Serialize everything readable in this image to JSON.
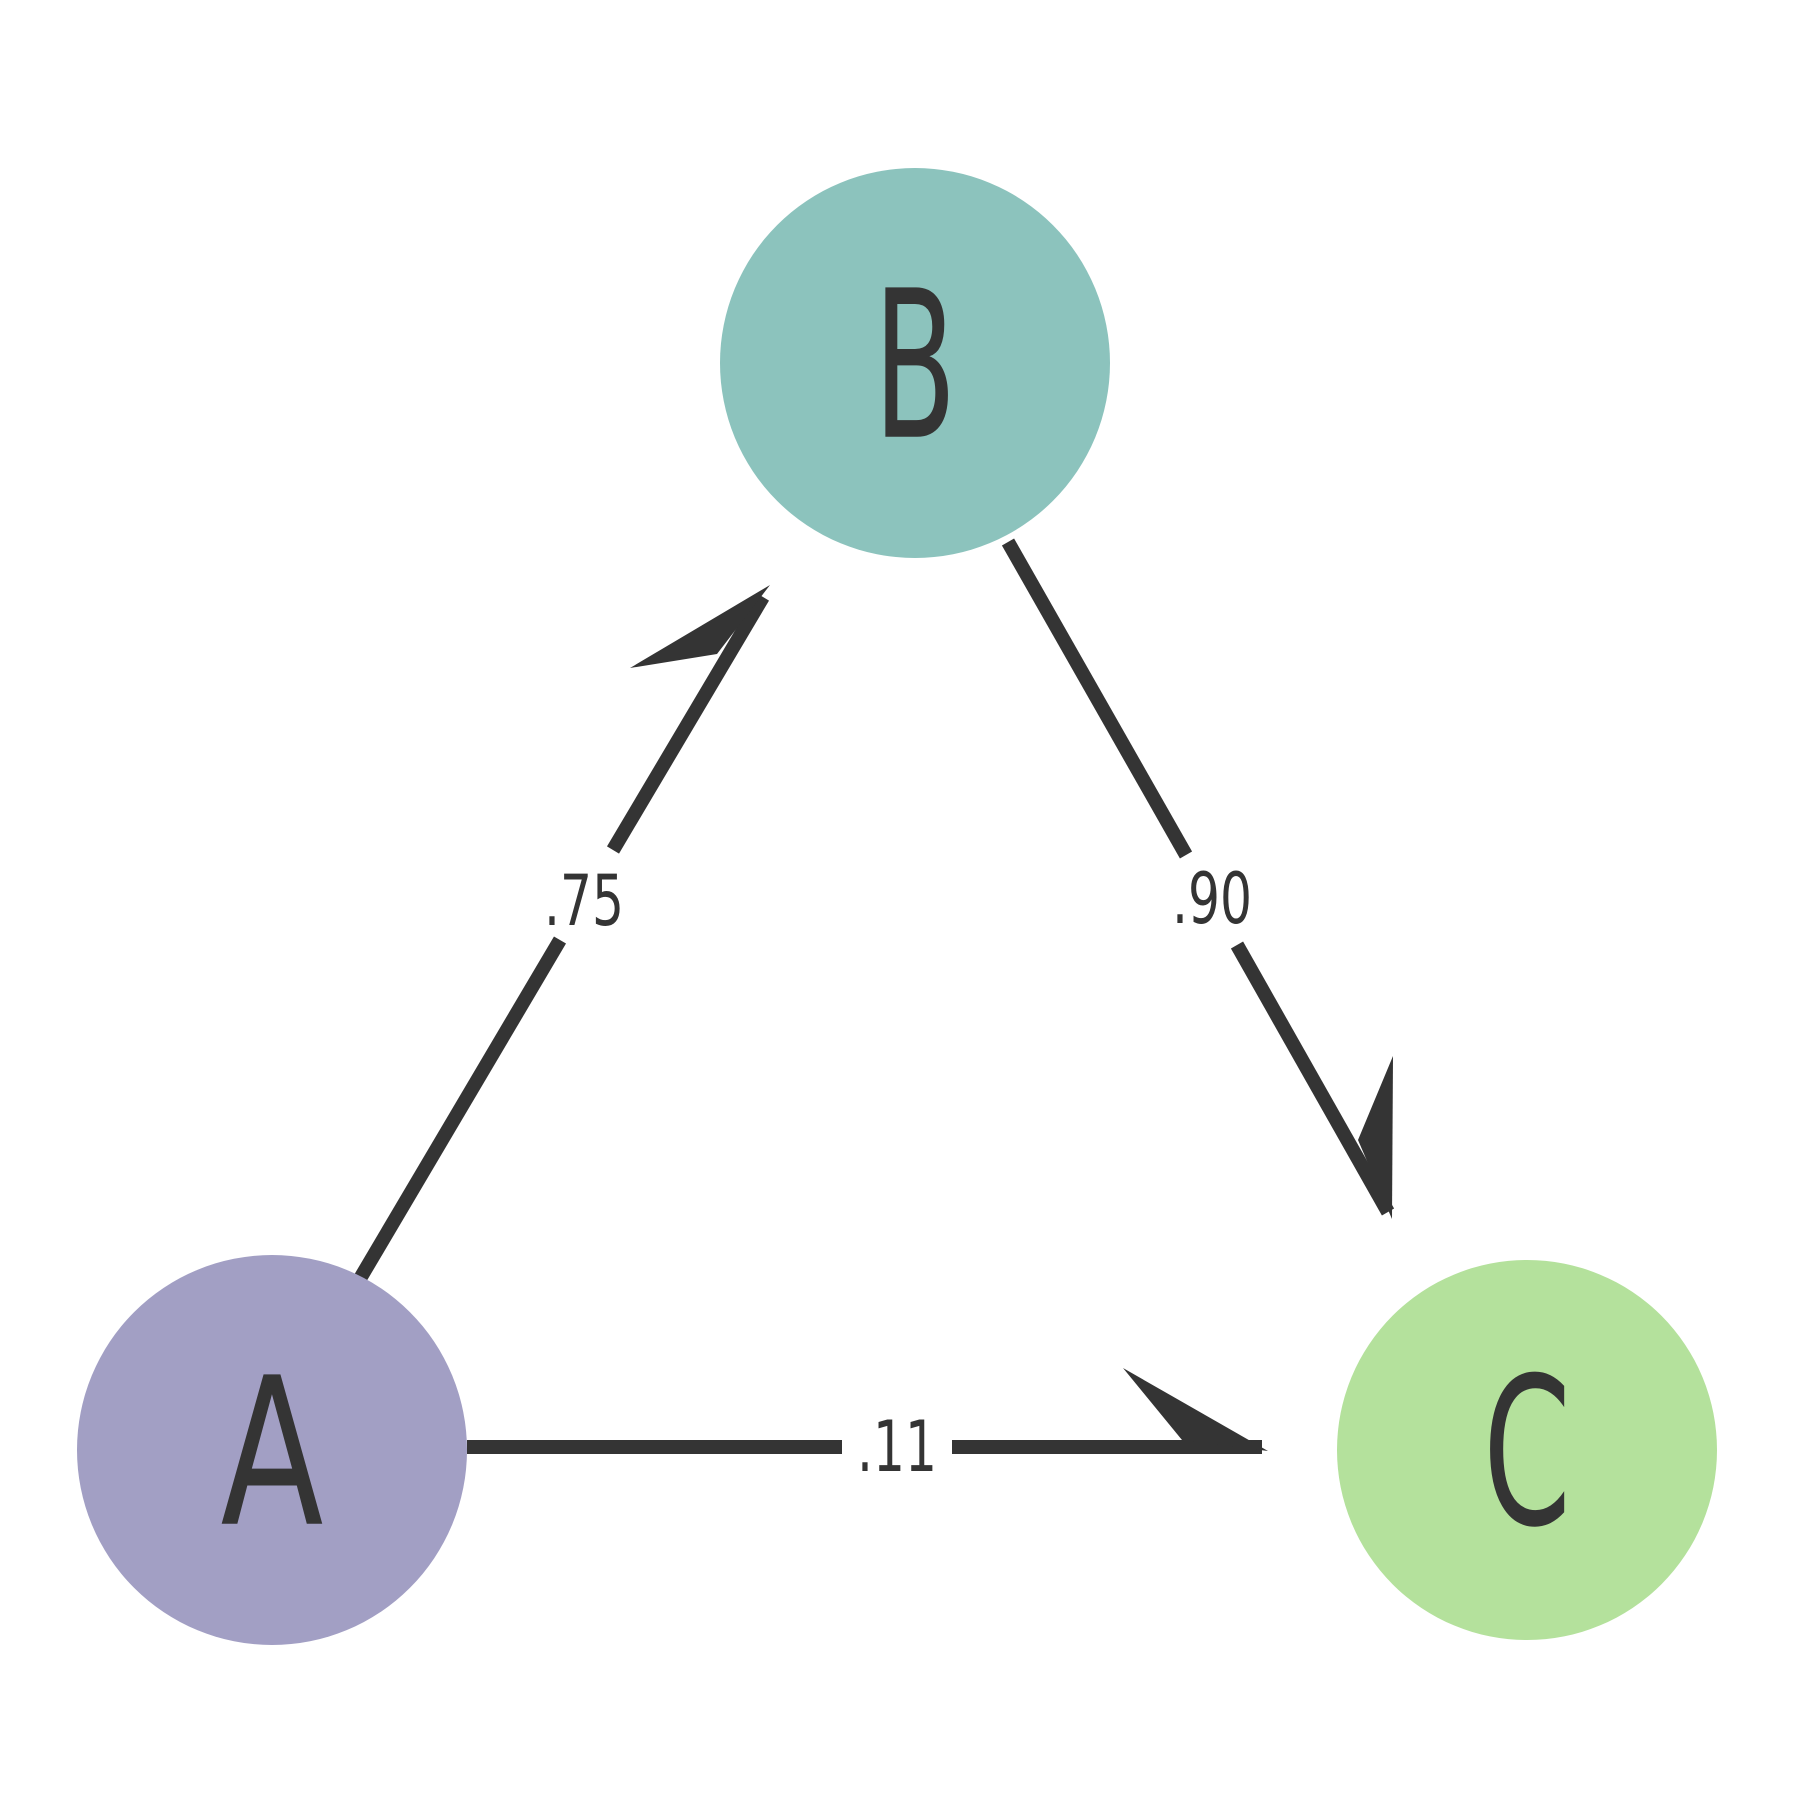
{
  "figure": {
    "background_color": "#ffffff",
    "ink_color": "#343434",
    "nodes": [
      {
        "id": "A",
        "label": "A",
        "fill": "#a29fc4"
      },
      {
        "id": "B",
        "label": "B",
        "fill": "#8cc3bd"
      },
      {
        "id": "C",
        "label": "C",
        "fill": "#b4e19c"
      }
    ],
    "edges": [
      {
        "from": "A",
        "to": "B",
        "weight": ".75",
        "directed": true
      },
      {
        "from": "B",
        "to": "C",
        "weight": ".90",
        "directed": true
      },
      {
        "from": "A",
        "to": "C",
        "weight": ".11",
        "directed": true
      }
    ]
  }
}
